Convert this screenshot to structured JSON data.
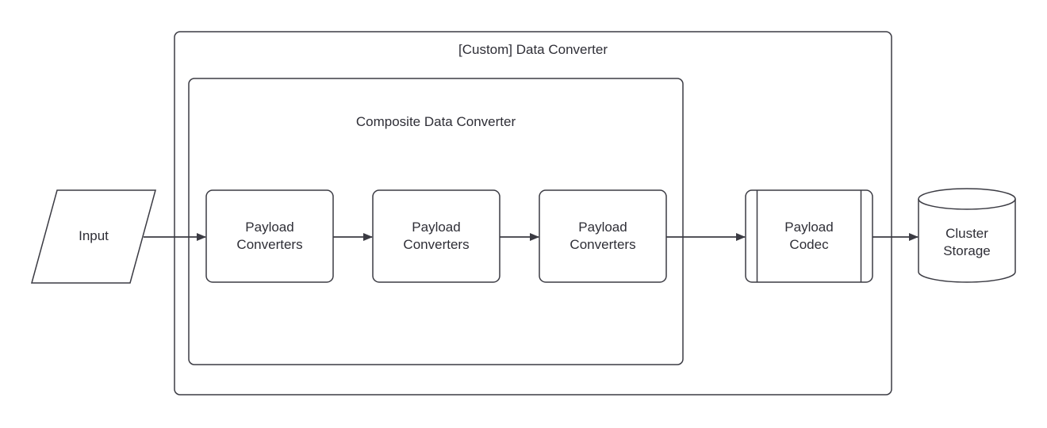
{
  "diagram": {
    "input": {
      "label": "Input"
    },
    "outer_container": {
      "label": "[Custom] Data Converter"
    },
    "composite_container": {
      "label": "Composite Data Converter"
    },
    "payload_converters": [
      {
        "label": "Payload Converters"
      },
      {
        "label": "Payload Converters"
      },
      {
        "label": "Payload Converters"
      }
    ],
    "payload_codec": {
      "label": "Payload Codec"
    },
    "cluster_storage": {
      "label": "Cluster Storage"
    },
    "arrows": [
      {
        "from": "input",
        "to": "payload-converters-1"
      },
      {
        "from": "payload-converters-1",
        "to": "payload-converters-2"
      },
      {
        "from": "payload-converters-2",
        "to": "payload-converters-3"
      },
      {
        "from": "payload-converters-3",
        "to": "payload-codec"
      },
      {
        "from": "payload-codec",
        "to": "cluster-storage"
      }
    ],
    "colors": {
      "stroke": "#3b3b43",
      "text": "#2e2e36",
      "background": "#ffffff"
    }
  }
}
